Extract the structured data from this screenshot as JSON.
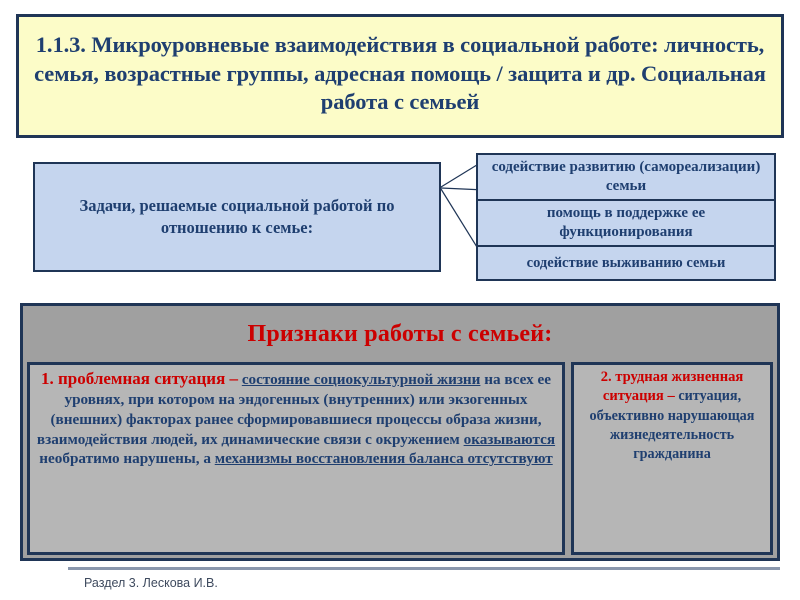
{
  "slide": {
    "title": "1.1.3. Микроуровневые взаимодействия в социальной работе: личность, семья, возрастные группы, адресная помощь / защита и др. Социальная работа с семьей",
    "footer": "Раздел 3. Лескова И.В."
  },
  "task_box": {
    "label": "Задачи, решаемые социальной работой по отношению к семье:"
  },
  "goals": [
    {
      "label": "содействие развитию (самореализации) семьи"
    },
    {
      "label": "помощь в поддержке ее функционирования"
    },
    {
      "label": "содействие выживанию семьи"
    }
  ],
  "panel": {
    "header": "Признаки работы с семьей:",
    "items": [
      {
        "lead": "1. проблемная ситуация –",
        "segments": [
          {
            "text": "состояние  социокультурной  жизни",
            "underline": true
          },
          {
            "text": " на всех ее уровнях, при котором на эндогенных (внутренних) или экзогенных (внешних) факторах ранее сформировавшиеся процессы образа жизни, взаимодействия людей, их динамические связи с окружением ",
            "underline": false
          },
          {
            "text": "оказываются",
            "underline": true
          },
          {
            "text": " необратимо нарушены, а ",
            "underline": false
          },
          {
            "text": "механизмы восстановления баланса отсутствуют",
            "underline": true
          }
        ]
      },
      {
        "lead": "2. трудная жизненная ситуация –",
        "segments": [
          {
            "text": " ситуация, объективно нарушающая жизнедеятельность гражданина",
            "underline": false
          }
        ]
      }
    ]
  },
  "colors": {
    "title_bg": "#fcfcc8",
    "border": "#1f3556",
    "box_blue": "#c5d5ee",
    "text_blue": "#1f3f70",
    "accent_red": "#cc0000",
    "panel_gray": "#a0a0a0",
    "cell_gray": "#b6b6b6"
  },
  "icons": {
    "arrow": "arrow-right-icon"
  }
}
